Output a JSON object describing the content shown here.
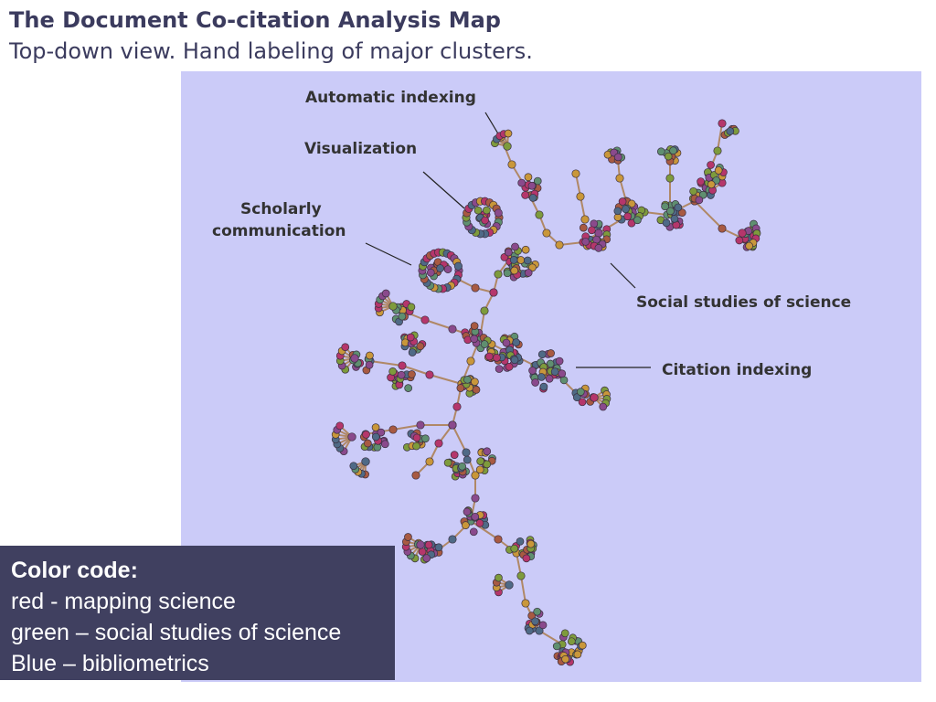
{
  "header": {
    "title": "The Document Co-citation Analysis Map",
    "subtitle": "Top-down view. Hand labeling of major clusters."
  },
  "map": {
    "background_color": "#cbcbf8",
    "node_colors": [
      "#b5366b",
      "#7e9b3c",
      "#4f6a86",
      "#c9973a",
      "#8a4a8c",
      "#5f8f70",
      "#a85a42"
    ],
    "edge_color": "#b08866",
    "labels": {
      "automatic_indexing": "Automatic indexing",
      "visualization": "Visualization",
      "scholarly_1": "Scholarly",
      "scholarly_2": "communication",
      "social_studies": "Social studies of science",
      "citation_indexing": "Citation indexing"
    }
  },
  "legend": {
    "heading": "Color code:",
    "items": [
      "red - mapping science",
      "green – social studies of science",
      "Blue – bibliometrics"
    ]
  }
}
